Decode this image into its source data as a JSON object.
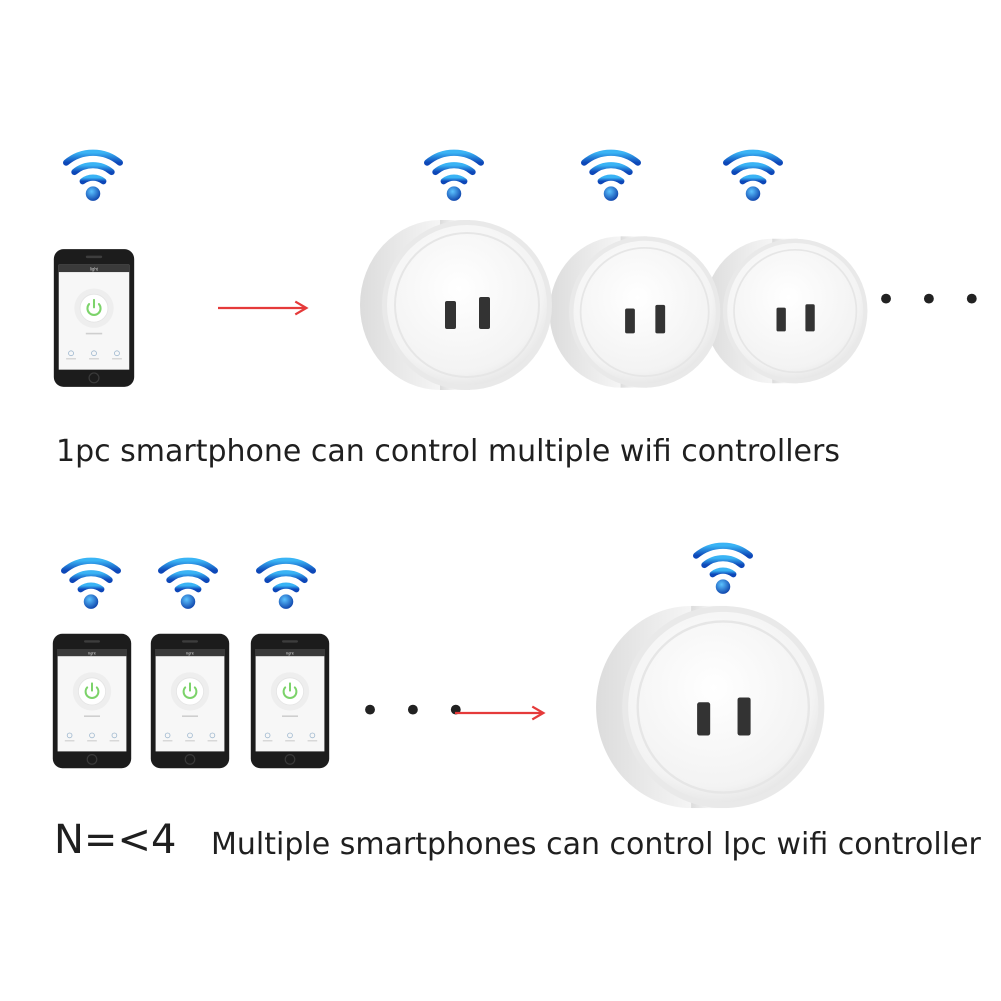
{
  "top": {
    "caption": "1pc smartphone can control multiple wifi controllers",
    "ellipsis": "• • •"
  },
  "bottom": {
    "count_label": "N=<4",
    "caption": "Multiple smartphones can control lpc wifi controller",
    "ellipsis": "• • •"
  },
  "phone_screen": {
    "title": "light"
  },
  "colors": {
    "wifi": "#1a6fd9",
    "wifi_light": "#3aa0f0",
    "arrow": "#e53a3a",
    "power": "#7cd36a",
    "phone_body": "#1c1c1c",
    "header": "#3a3a3a",
    "plug": "#f4f4f4"
  }
}
